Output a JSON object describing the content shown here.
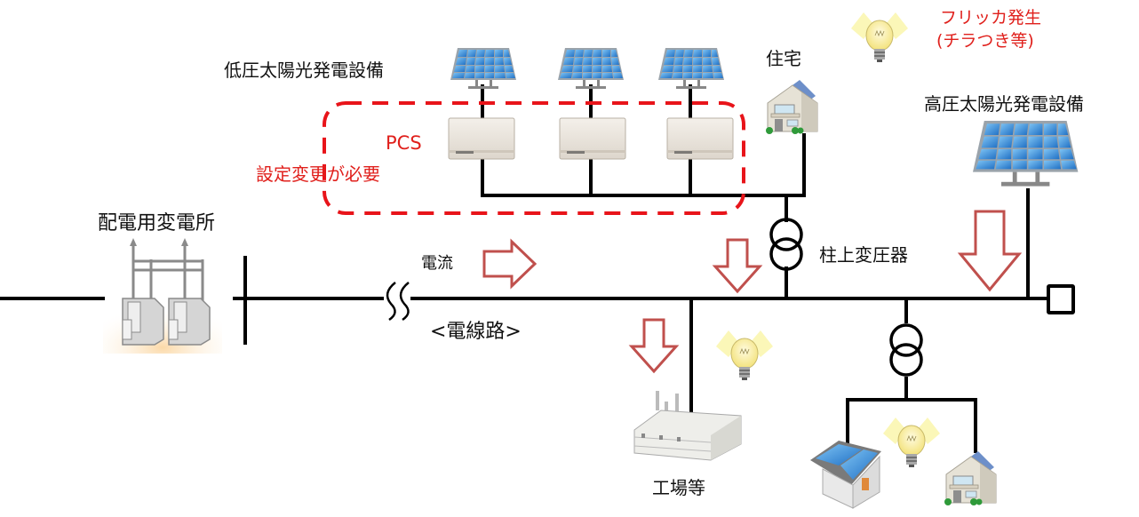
{
  "labels": {
    "low_voltage_pv": "低圧太陽光発電設備",
    "pcs": "PCS",
    "setting_change": "設定変更が必要",
    "house_top": "住宅",
    "flicker_line1": "フリッカ発生",
    "flicker_line2": "(チラつき等)",
    "high_voltage_pv": "高圧太陽光発電設備",
    "substation": "配電用変電所",
    "current": "電流",
    "power_line": "<電線路>",
    "pole_transformer": "柱上変圧器",
    "factory": "工場等"
  },
  "colors": {
    "line": "#000000",
    "arrow": "#c0504d",
    "dashed_box": "#e8141a",
    "red_text": "#e0201c",
    "panel_blue": "#2f8fd8",
    "light_glow": "#fbf6b0"
  }
}
